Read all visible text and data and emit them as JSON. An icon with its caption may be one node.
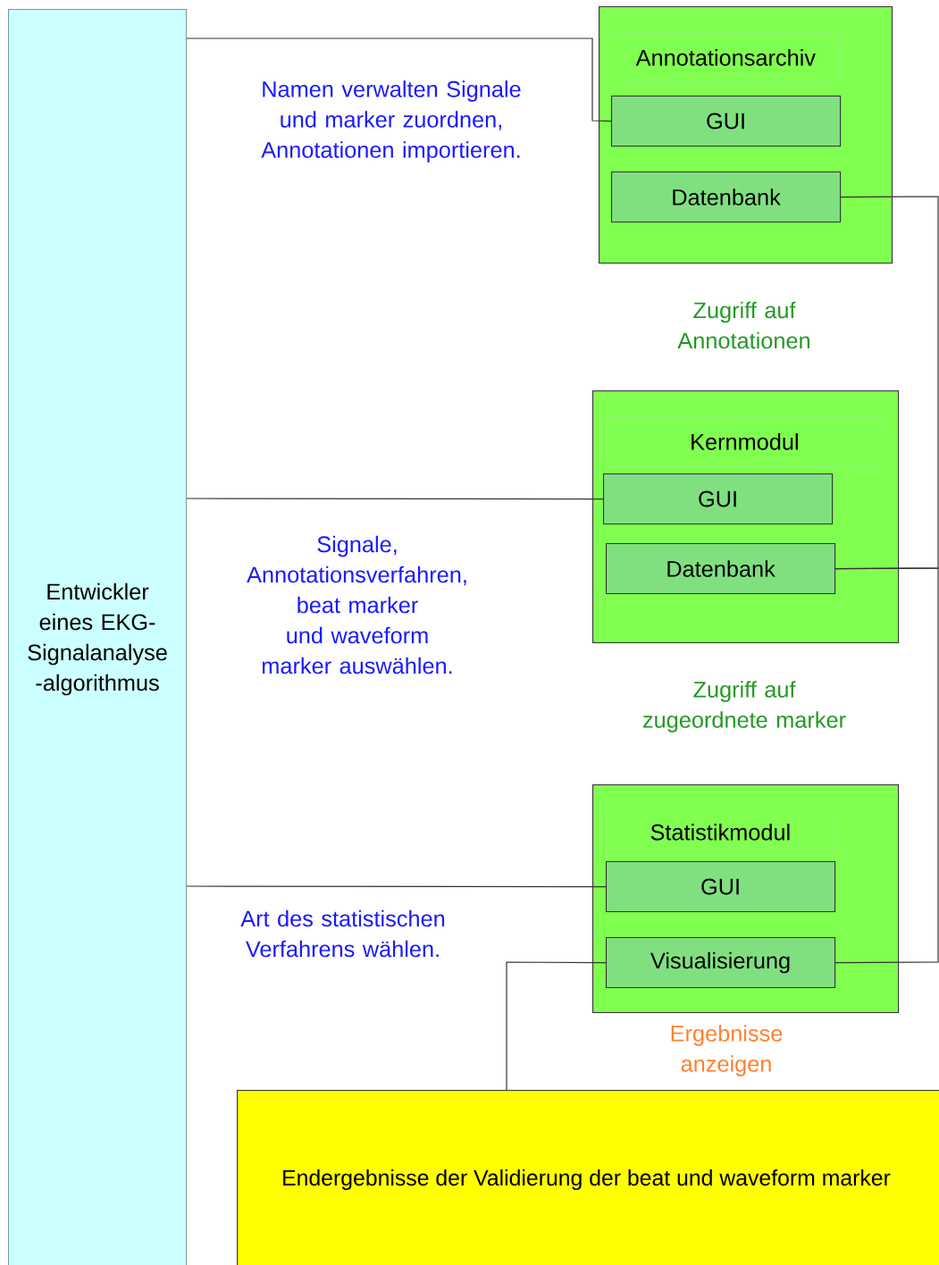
{
  "diagram": {
    "nodes": [
      {
        "text": [
          "Entwickler eines EKG-Signalanalyse -algorithmus"
        ]
      },
      {
        "text": [
          "Annotationsarchiv"
        ]
      },
      {
        "text": [
          "GUI"
        ],
        "in": 1
      },
      {
        "text": [
          "Datenbank"
        ],
        "in": 1
      },
      {
        "text": [
          "Kernmodul"
        ]
      },
      {
        "text": [
          "GUI"
        ],
        "in": 4
      },
      {
        "text": [
          "Datenbank"
        ],
        "in": 4
      },
      {
        "text": [
          "Statistikmodul"
        ]
      },
      {
        "text": [
          "GUI"
        ],
        "in": 7
      },
      {
        "text": [
          "Visualisierung"
        ],
        "in": 7
      },
      {
        "text": [
          "Endergebnisse der Validierung der beat und waveform marker"
        ]
      }
    ],
    "edges": [
      {
        "from": 0,
        "to": 2,
        "arrow": "none",
        "label": "Namen verwalten Signale und marker zuordnen, Annotationen importieren."
      },
      {
        "from": 0,
        "to": 5,
        "arrow": "none",
        "label": "Signale, Annotationsverfahren, beat marker und waveform marker auswählen."
      },
      {
        "from": 0,
        "to": 8,
        "arrow": "none",
        "label": "Art des statistischen Verfahrens wählen."
      },
      {
        "from": 3,
        "to": 6,
        "arrow": "none",
        "label": "Zugriff auf Annotationen"
      },
      {
        "from": 6,
        "to": 9,
        "arrow": "none",
        "label": "Zugriff auf zugeordnete marker"
      },
      {
        "from": 9,
        "to": 10,
        "arrow": "none",
        "label": "Ergebnisse anzeigen"
      }
    ]
  }
}
